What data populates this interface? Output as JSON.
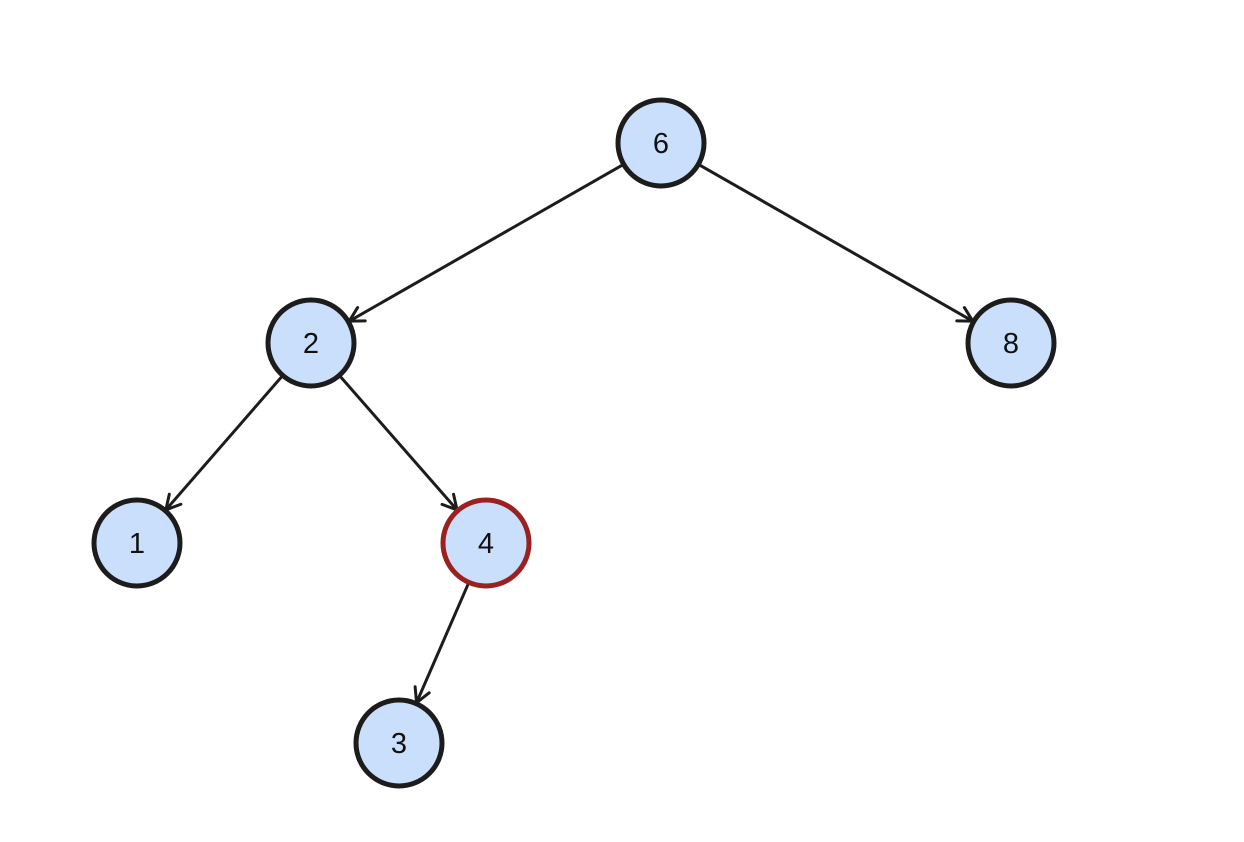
{
  "tree": {
    "nodes": [
      {
        "id": "n6",
        "label": "6",
        "highlighted": false
      },
      {
        "id": "n2",
        "label": "2",
        "highlighted": false
      },
      {
        "id": "n8",
        "label": "8",
        "highlighted": false
      },
      {
        "id": "n1",
        "label": "1",
        "highlighted": false
      },
      {
        "id": "n4",
        "label": "4",
        "highlighted": true
      },
      {
        "id": "n3",
        "label": "3",
        "highlighted": false
      }
    ],
    "edges": [
      {
        "from": "n6",
        "to": "n2"
      },
      {
        "from": "n6",
        "to": "n8"
      },
      {
        "from": "n2",
        "to": "n1"
      },
      {
        "from": "n2",
        "to": "n4"
      },
      {
        "from": "n4",
        "to": "n3"
      }
    ]
  },
  "colors": {
    "node_fill": "#cadffb",
    "node_stroke": "#1c1c1c",
    "highlight_stroke": "#9b2020",
    "edge": "#1c1c1c",
    "text": "#111111"
  }
}
